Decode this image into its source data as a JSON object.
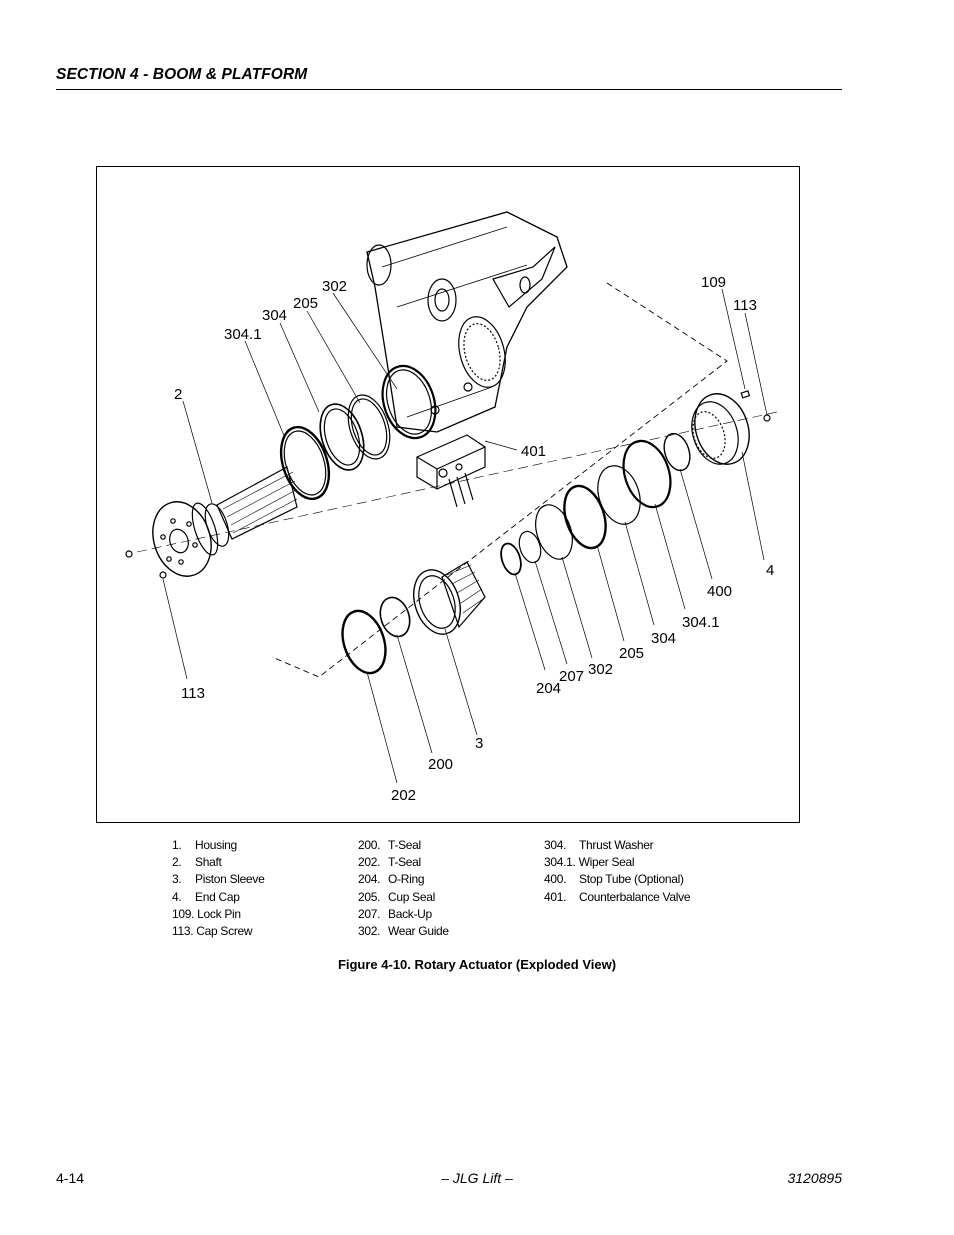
{
  "header": {
    "section_title": "SECTION 4 - BOOM & PLATFORM"
  },
  "figure": {
    "callouts": [
      "109",
      "113",
      "302",
      "205",
      "304",
      "304.1",
      "2",
      "401",
      "4",
      "400",
      "304.1",
      "304",
      "205",
      "302",
      "207",
      "204",
      "3",
      "200",
      "202",
      "113"
    ],
    "legend": {
      "col1": [
        {
          "num": "1.",
          "label": "Housing"
        },
        {
          "num": "2.",
          "label": "Shaft"
        },
        {
          "num": "3.",
          "label": "Piston Sleeve"
        },
        {
          "num": "4.",
          "label": "End Cap"
        },
        {
          "num": "109.",
          "label": "Lock Pin"
        },
        {
          "num": "113.",
          "label": "Cap Screw"
        }
      ],
      "col2": [
        {
          "num": "200.",
          "label": "T-Seal"
        },
        {
          "num": "202.",
          "label": "T-Seal"
        },
        {
          "num": "204.",
          "label": "O-Ring"
        },
        {
          "num": "205.",
          "label": "Cup Seal"
        },
        {
          "num": "207.",
          "label": "Back-Up"
        },
        {
          "num": "302.",
          "label": "Wear Guide"
        }
      ],
      "col3": [
        {
          "num": "304.",
          "label": "Thrust Washer"
        },
        {
          "num": "304.1.",
          "label": "Wiper Seal"
        },
        {
          "num": "400.",
          "label": "Stop Tube (Optional)"
        },
        {
          "num": "401.",
          "label": "Counterbalance Valve"
        }
      ]
    },
    "caption": "Figure 4-10.  Rotary Actuator (Exploded View)"
  },
  "footer": {
    "page_number": "4-14",
    "center": "– JLG Lift –",
    "doc_number": "3120895"
  }
}
